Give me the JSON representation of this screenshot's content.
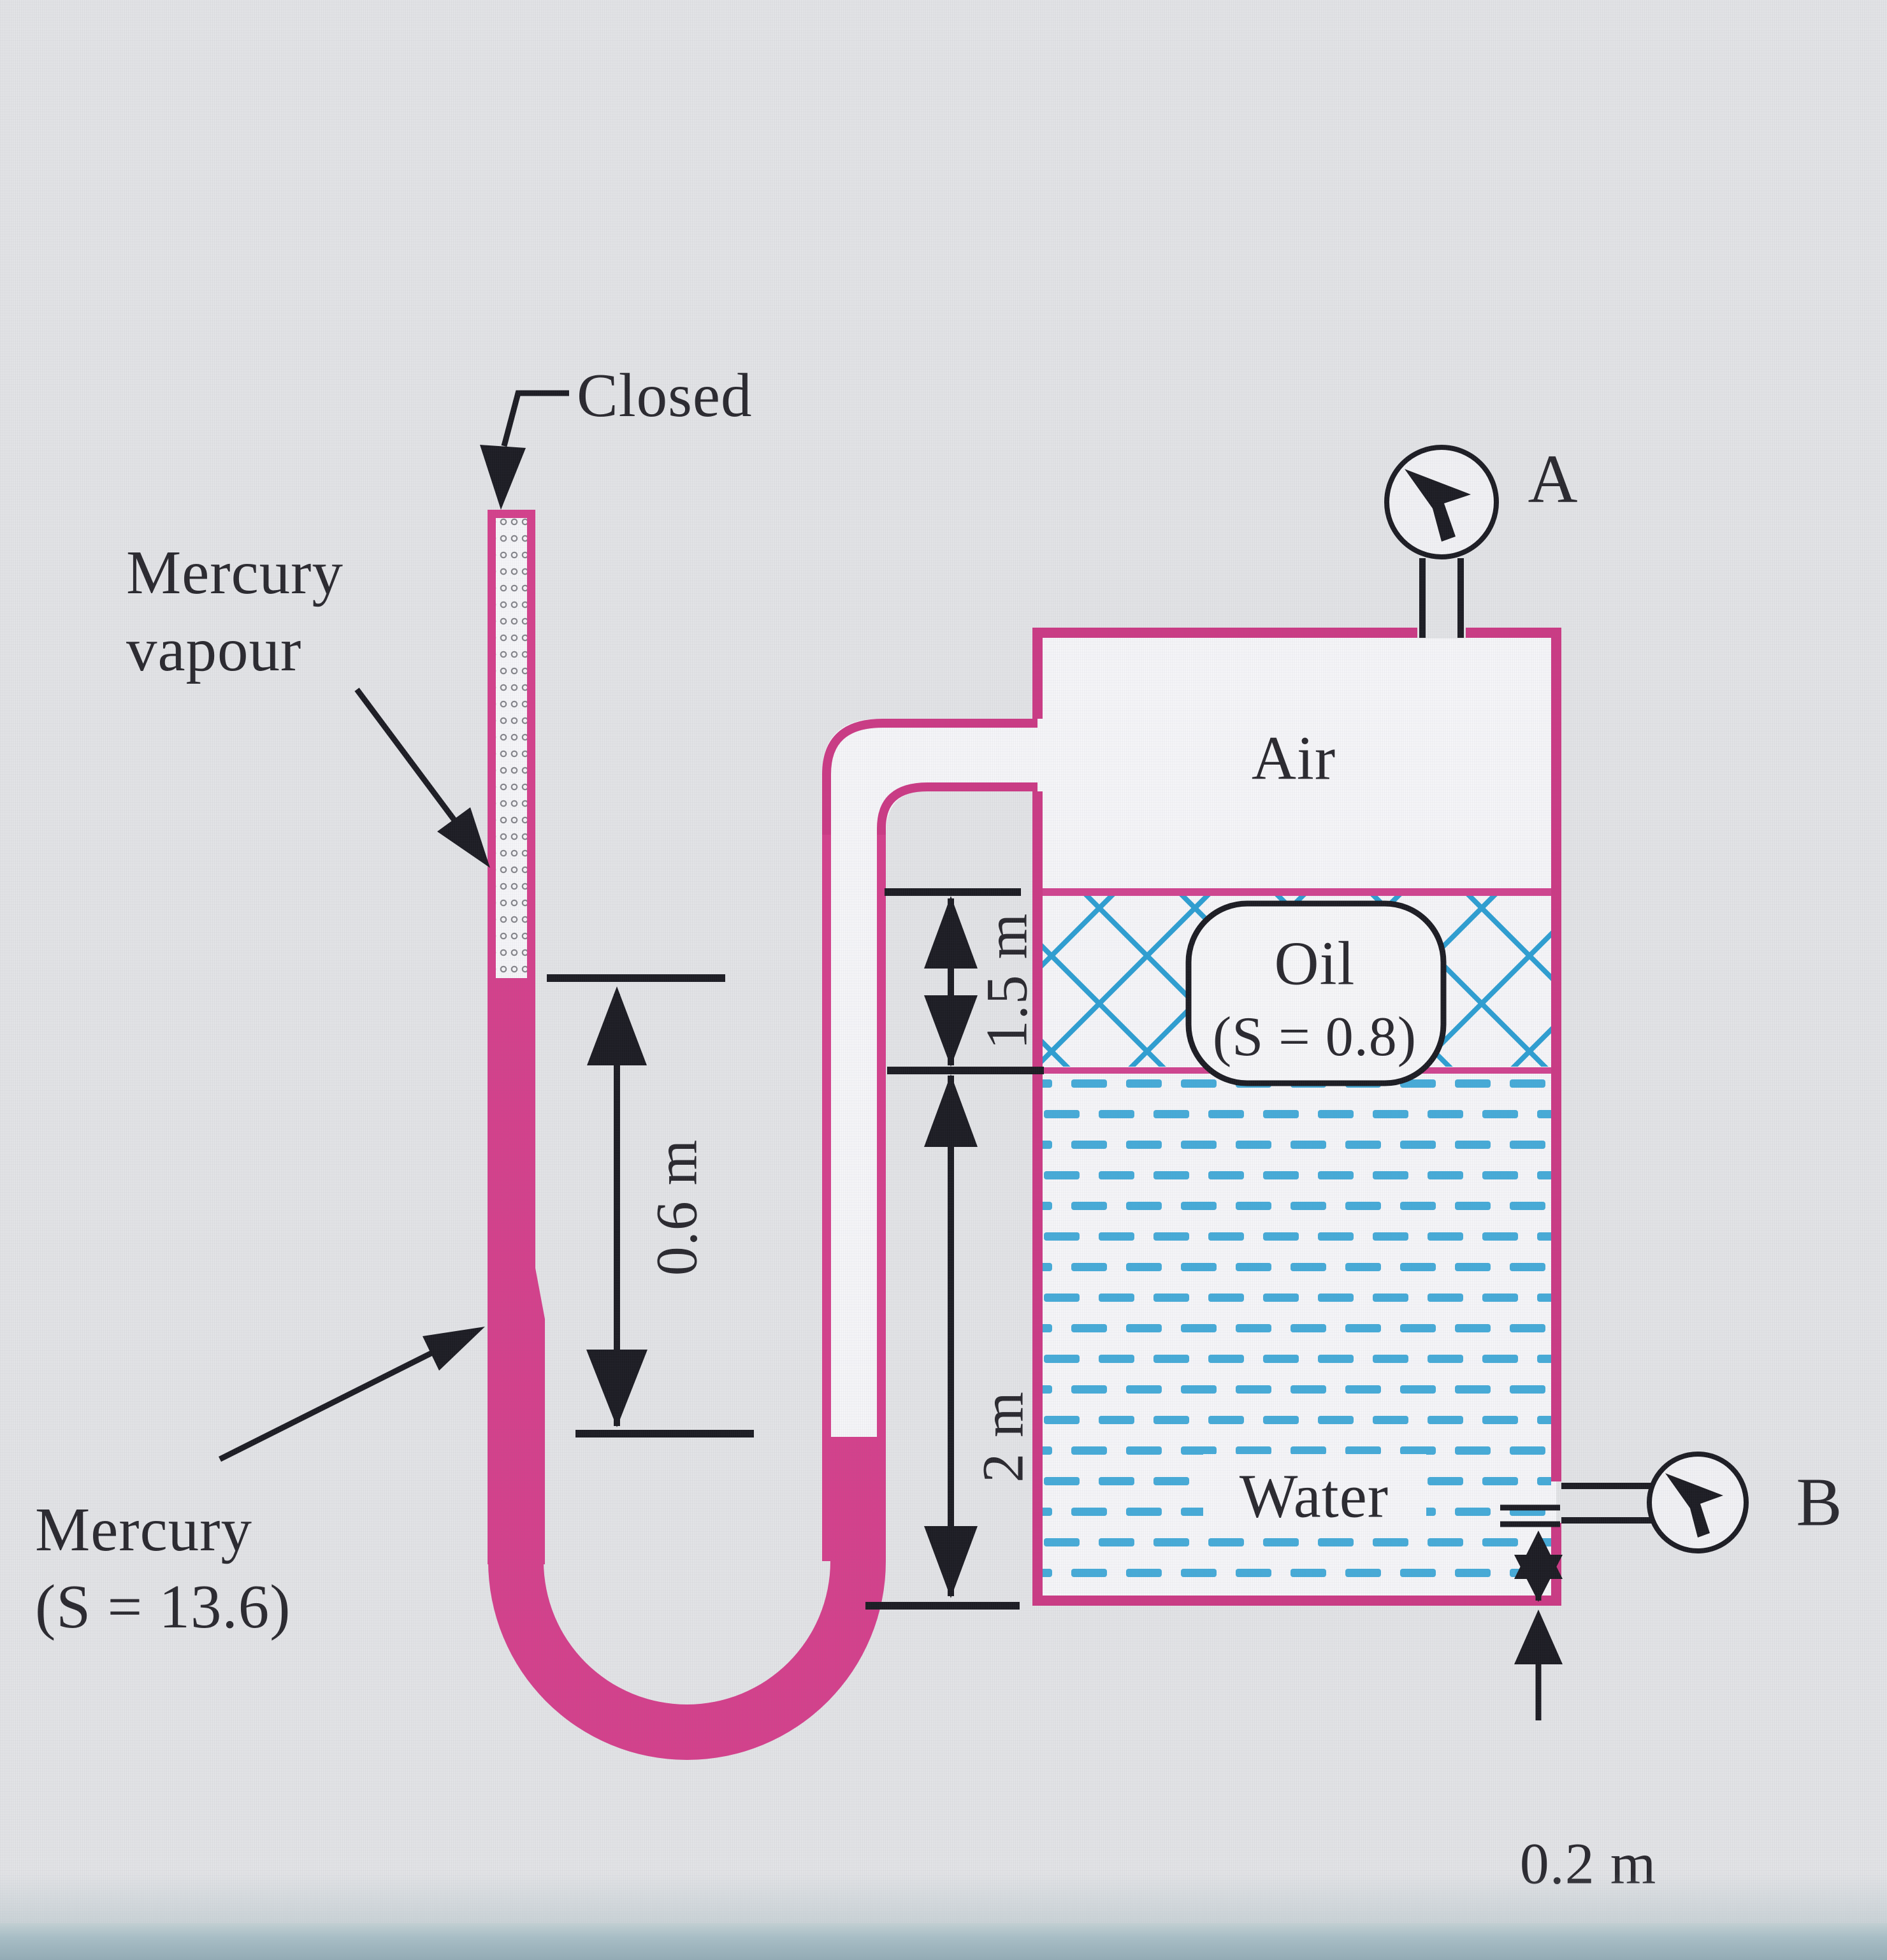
{
  "figure_title": "Closed U-tube mercury manometer connected to a tank containing air, oil and water",
  "theme": {
    "bg": "#e2e3e6",
    "paper": "#f5f5f8",
    "pink": "#cb3b85",
    "pinkLine": "#d04590",
    "mercury": "#d4418c",
    "hatch": "#2f9fd2",
    "waterDash": "#47abd8",
    "ink": "#1d1d24",
    "text": "#2b2a30",
    "band": "#a7bdc5"
  },
  "labels": {
    "closed": "Closed",
    "mercury_vapour": [
      "Mercury",
      "vapour"
    ],
    "mercury": [
      "Mercury",
      "(S = 13.6)"
    ],
    "air": "Air",
    "oil": "Oil",
    "oil_s": "(S = 0.8)",
    "water": "Water",
    "gauge_a": "A",
    "gauge_b": "B"
  },
  "dimensions": {
    "mercury_column": "0.6 m",
    "oil_depth": "1.5 m",
    "water_depth": "2 m",
    "outlet_height": "0.2 m"
  },
  "icons": {
    "gauge_a": "pressure-gauge-icon",
    "gauge_b": "pressure-gauge-icon"
  }
}
